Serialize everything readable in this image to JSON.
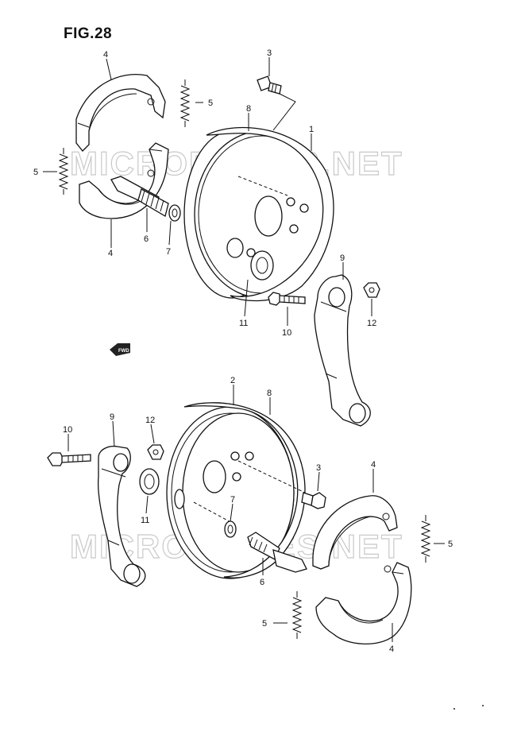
{
  "figure": {
    "title": "FIG.28",
    "watermark": "MICROFICHES.NET",
    "direction_marker": "FWD"
  },
  "callouts": {
    "upper": [
      "4",
      "5",
      "5",
      "4",
      "6",
      "7",
      "3",
      "8",
      "1",
      "11",
      "10",
      "9",
      "12"
    ],
    "lower": [
      "10",
      "9",
      "12",
      "11",
      "2",
      "8",
      "7",
      "3",
      "6",
      "4",
      "5",
      "5",
      "4"
    ]
  }
}
